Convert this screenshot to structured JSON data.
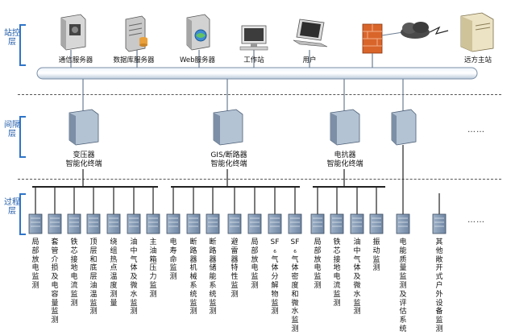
{
  "layers": {
    "station": "站控层",
    "bay": "间隔层",
    "process": "过程层"
  },
  "station_nodes": [
    {
      "label": "通信服务器",
      "icon": "server-icon"
    },
    {
      "label": "数据库服务器",
      "icon": "database-server-icon"
    },
    {
      "label": "Web服务器",
      "icon": "web-server-icon"
    },
    {
      "label": "工作站",
      "icon": "workstation-icon"
    },
    {
      "label": "用户",
      "icon": "laptop-icon"
    },
    {
      "label": "远方主站",
      "icon": "remote-server-icon"
    }
  ],
  "bay_units": [
    {
      "label": "变压器\n智能化终端"
    },
    {
      "label": "GIS/断路器\n智能化终端"
    },
    {
      "label": "电抗器\n智能化终端"
    }
  ],
  "ellipsis": "……",
  "process_labels": [
    "局部放电监测",
    "套管介损及电容量监测",
    "铁芯接地电流监测",
    "顶层和底层油温监测",
    "绕组热点温度测量",
    "油中气体及微水监测",
    "主油箱压力监测",
    "电寿命监测",
    "断路器机械系统监测",
    "断路器储能系统监测",
    "避雷器特性监测",
    "局部放电监测",
    "SF₆气体分解物监测",
    "SF₆气体密度和微水监测",
    "局部放电监测",
    "铁芯接地电流监测",
    "油中气体及微水监测",
    "振动监测",
    "电能质量监测及评估系统",
    "其他敞开式户外设备监测"
  ]
}
